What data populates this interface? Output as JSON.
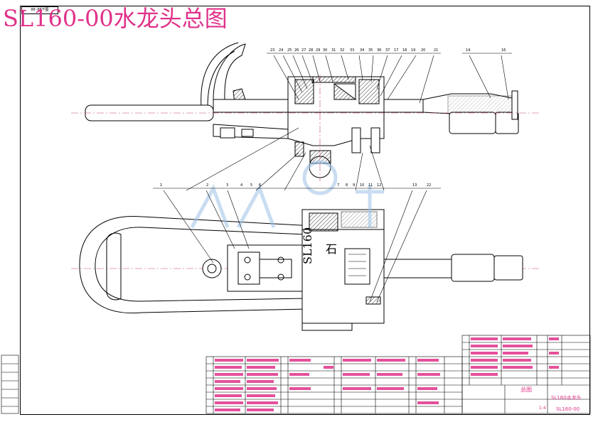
{
  "drawing": {
    "title": "SL160-00水龙头总图",
    "frame_code": "00-00下图",
    "body_label_model": "SL160",
    "body_label_maker": "石"
  },
  "title_block": {
    "part_name": "总图",
    "product_name": "SL160水龙头",
    "drawing_number": "SL160-00",
    "sheet_scale": "1:4"
  },
  "callouts_top": [
    "23",
    "24",
    "25",
    "26",
    "27",
    "28",
    "29",
    "30",
    "31",
    "32",
    "33",
    "34",
    "35",
    "36",
    "37",
    "17",
    "18",
    "19",
    "20",
    "21",
    "14",
    "16"
  ],
  "callouts_bottom": [
    "1",
    "2",
    "3",
    "4",
    "5",
    "6",
    "7",
    "8",
    "9",
    "10",
    "11",
    "12",
    "13",
    "22"
  ],
  "colors": {
    "title": "#e0328a",
    "line": "#000000",
    "center": "#c84080",
    "watermark": "#9dc3e6"
  }
}
